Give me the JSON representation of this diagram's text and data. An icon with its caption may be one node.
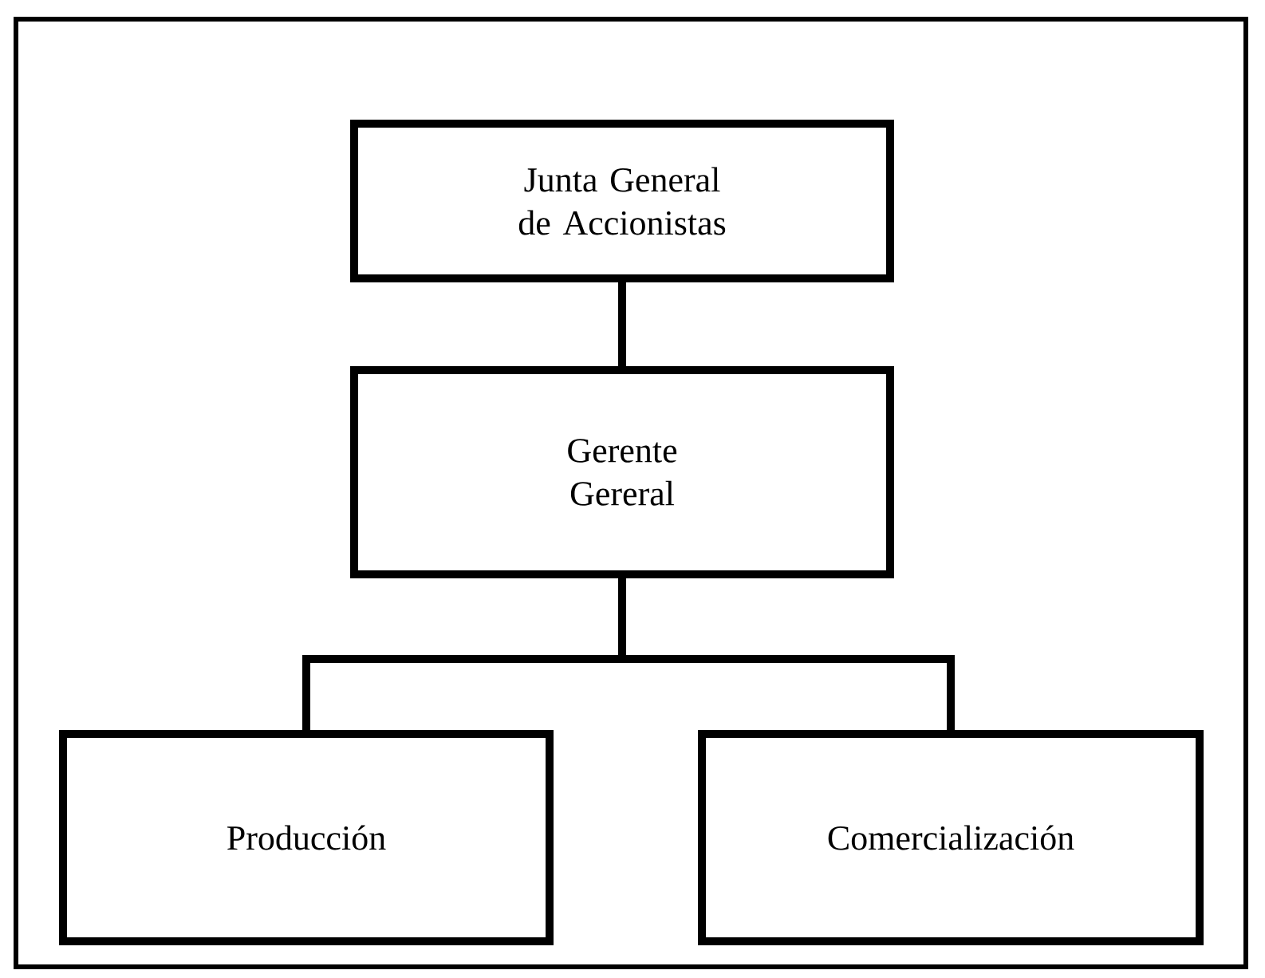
{
  "diagram": {
    "nodes": [
      {
        "text": [
          "Junta General de Accionistas"
        ]
      },
      {
        "text": [
          "Gerente Gereral"
        ]
      },
      {
        "text": [
          "Producción"
        ]
      },
      {
        "text": [
          "Comercialización"
        ]
      }
    ],
    "edges": [
      {
        "from": 0,
        "to": 1,
        "arrow": "none"
      },
      {
        "from": 1,
        "to": 2,
        "arrow": "none"
      },
      {
        "from": 1,
        "to": 3,
        "arrow": "none"
      }
    ]
  }
}
